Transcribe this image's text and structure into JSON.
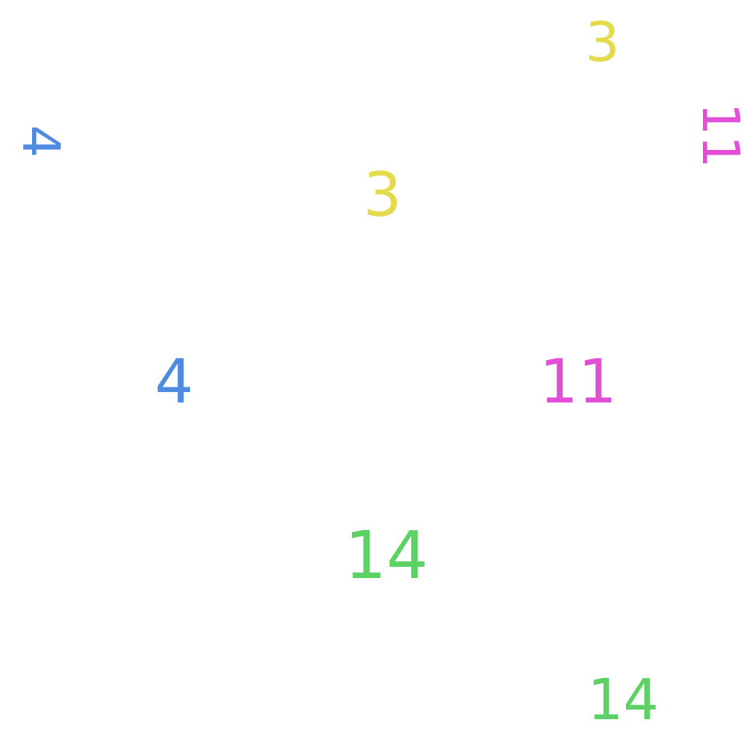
{
  "numbers": {
    "blue_rotated": "4",
    "blue": "4",
    "yellow_top": "3",
    "yellow": "3",
    "magenta_rotated": "11",
    "magenta": "11",
    "green": "14",
    "green_bottom": "14"
  },
  "colors": {
    "blue": "#4f8be0",
    "yellow": "#e3db4b",
    "magenta": "#e24ed5",
    "green": "#5cd264"
  }
}
